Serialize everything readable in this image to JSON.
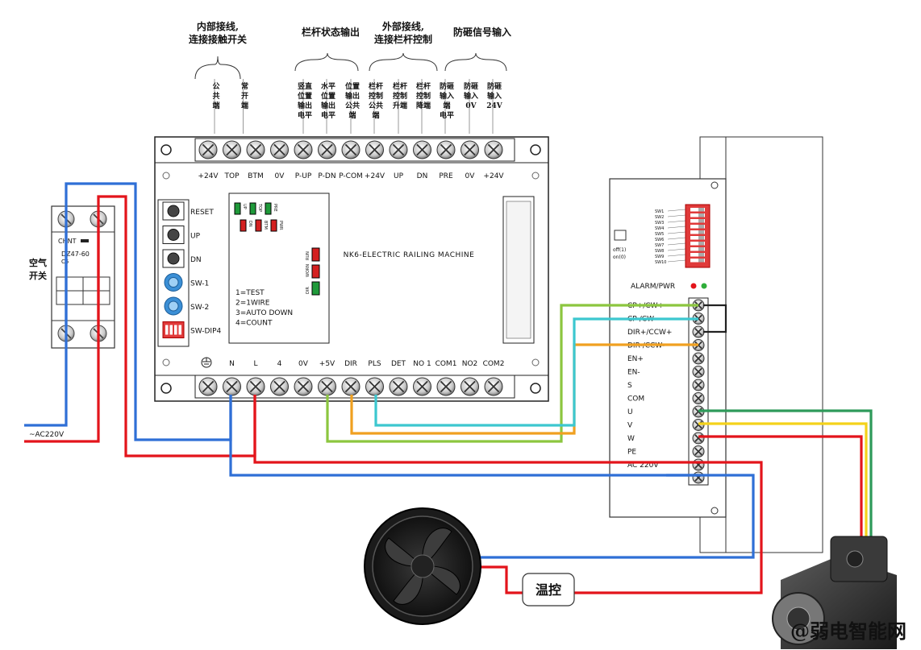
{
  "top_annotations": {
    "internal_wiring": [
      "内部接线,",
      "连接接触开关"
    ],
    "status_output": "栏杆状态输出",
    "external_wiring": [
      "外部接线,",
      "连接栏杆控制"
    ],
    "anti_smash_input": "防砸信号输入"
  },
  "top_terminal_notes": [
    [
      "公",
      "共",
      "端"
    ],
    [
      "常",
      "开",
      "端"
    ],
    [
      "竖直",
      "位置",
      "输出",
      "电平"
    ],
    [
      "水平",
      "位置",
      "输出",
      "电平"
    ],
    [
      "位置",
      "输出",
      "公共",
      "端"
    ],
    [
      "栏杆",
      "控制",
      "公共",
      "端"
    ],
    [
      "栏杆",
      "控制",
      "升端"
    ],
    [
      "栏杆",
      "控制",
      "降端"
    ],
    [
      "防砸",
      "输入",
      "端",
      "电平"
    ],
    [
      "防砸",
      "输入",
      "0V"
    ],
    [
      "防砸",
      "输入",
      "24V"
    ]
  ],
  "controller": {
    "top_terminals": [
      "+24V",
      "TOP",
      "BTM",
      "0V",
      "P-UP",
      "P-DN",
      "P-COM",
      "+24V",
      "UP",
      "DN",
      "PRE",
      "0V",
      "+24V"
    ],
    "bottom_terminals": [
      "N",
      "L",
      "4",
      "0V",
      "+5V",
      "DIR",
      "PLS",
      "DET",
      "NO 1",
      "COM1",
      "NO2",
      "COM2"
    ],
    "buttons": [
      "RESET",
      "UP",
      "DN",
      "SW-1",
      "SW-2",
      "SW-DIP4"
    ],
    "title": "NK6-ELECTRIC RAILING MACHINE",
    "leds_row1": [
      "UP",
      "TOP",
      "PRE"
    ],
    "leds_row2": [
      "DN",
      "BTM",
      "PWR"
    ],
    "leds_vertical": [
      "RUN",
      "WORN",
      "DIR"
    ],
    "modes": [
      "1=TEST",
      "2=1WIRE",
      "3=AUTO DOWN",
      "4=COUNT"
    ]
  },
  "breaker": {
    "brand": "CHNT",
    "model": "DZ47-60",
    "rating": "C5",
    "label": [
      "空气",
      "开关"
    ],
    "supply": "~AC220V"
  },
  "driver": {
    "switches": [
      "SW1",
      "SW2",
      "SW3",
      "SW4",
      "SW5",
      "SW6",
      "SW7",
      "SW8",
      "SW9",
      "SW10"
    ],
    "switch_legend": [
      "off(1)",
      "on(0)"
    ],
    "alarm_label": "ALARM/PWR",
    "terminals": [
      "CP+/CW+",
      "CP-/CW",
      "DIR+/CCW+",
      "DIR-/CCW-",
      "EN+",
      "EN-",
      "S",
      "COM",
      "U",
      "V",
      "W",
      "PE",
      "AC 220V"
    ]
  },
  "temp_control": "温控",
  "watermark": "@弱电智能网",
  "colors": {
    "live": "#e3141b",
    "neutral": "#2f6fd6",
    "green": "#8cc63f",
    "cyan": "#3cc7cf",
    "orange": "#f0a020",
    "yellow": "#f4d21a",
    "pe": "#2e9a5a"
  }
}
